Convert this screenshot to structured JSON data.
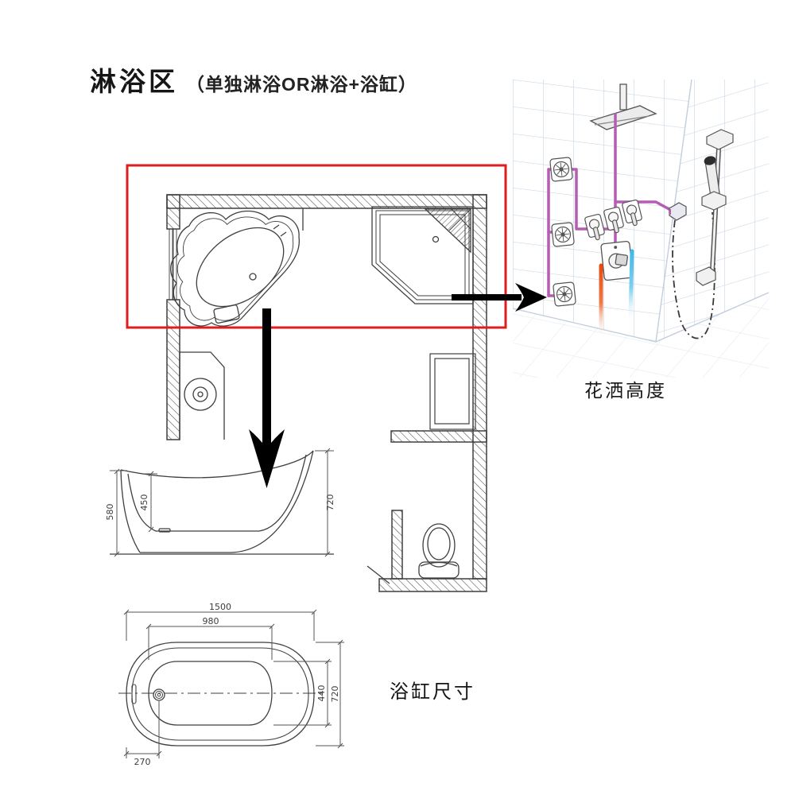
{
  "title": {
    "main": "淋浴区",
    "sub": "（单独淋浴OR淋浴+浴缸）"
  },
  "annotations": {
    "shower_height_label": "花洒高度",
    "bathtub_size_label": "浴缸尺寸"
  },
  "bathtub_side_view": {
    "height_left": "580",
    "depth_inner": "450",
    "height_right": "720"
  },
  "bathtub_top_view": {
    "length": "1500",
    "inner_length": "980",
    "drain_offset": "270",
    "inner_width": "440",
    "width": "720"
  },
  "colors": {
    "highlight_box": "#dd1e1e",
    "arrow": "#000000",
    "pipe_mixed": "#b55cb3",
    "pipe_hot": "#e8490f",
    "pipe_cold": "#3fb6e8",
    "tile_line": "#cdd8e8",
    "drawing_line": "#3f3f3f"
  }
}
